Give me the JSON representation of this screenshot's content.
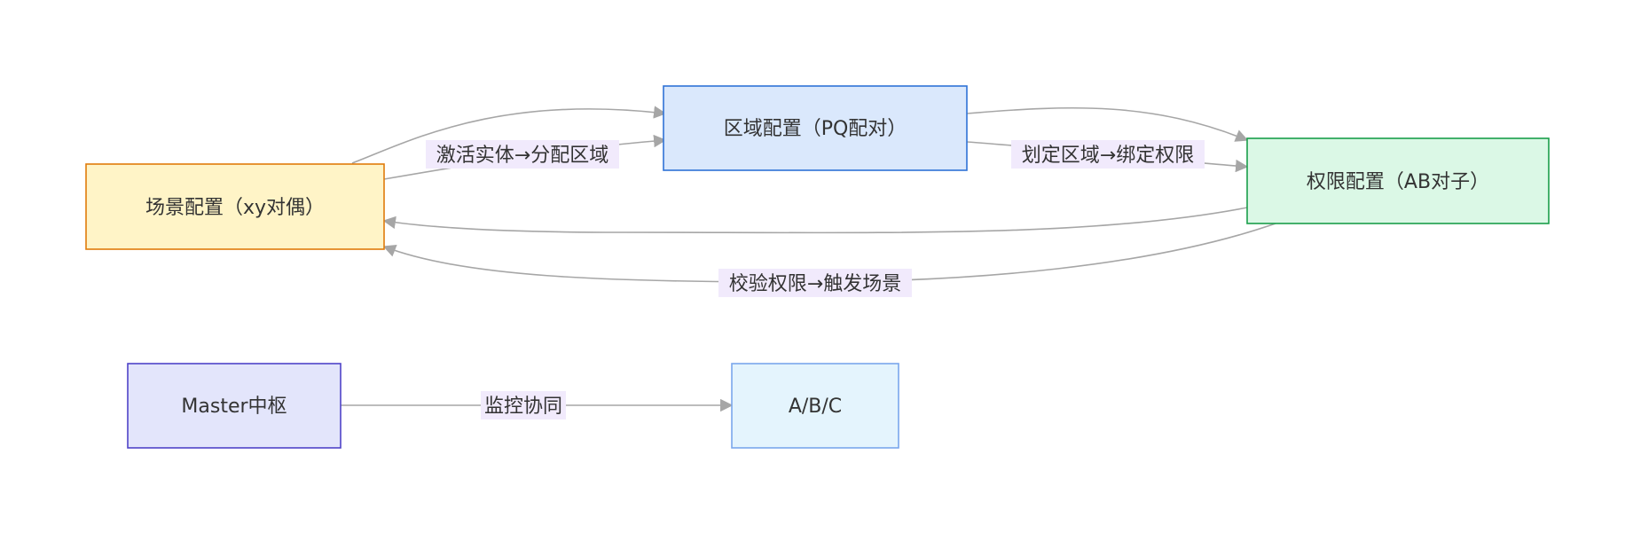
{
  "colors": {
    "edge": "#a6a6a6",
    "label_bg": "#f1eafc",
    "text": "#333333"
  },
  "nodes": {
    "scene": {
      "label": "场景配置（xy对偶）",
      "fill": "#fff4c7",
      "stroke": "#e07b0b"
    },
    "region": {
      "label": "区域配置（PQ配对）",
      "fill": "#dae8fc",
      "stroke": "#2f72d6"
    },
    "permission": {
      "label": "权限配置（AB对子）",
      "fill": "#dbf8e6",
      "stroke": "#1a9e4a"
    },
    "master": {
      "label": "Master中枢",
      "fill": "#e3e5fb",
      "stroke": "#4f43c8"
    },
    "abc": {
      "label": "A/B/C",
      "fill": "#e4f4fd",
      "stroke": "#7aa6ec"
    }
  },
  "edges": {
    "scene_to_region": {
      "label": "激活实体→分配区域"
    },
    "region_to_permission": {
      "label": "划定区域→绑定权限"
    },
    "permission_to_scene": {
      "label": "校验权限→触发场景"
    },
    "master_to_abc": {
      "label": "监控协同"
    }
  }
}
